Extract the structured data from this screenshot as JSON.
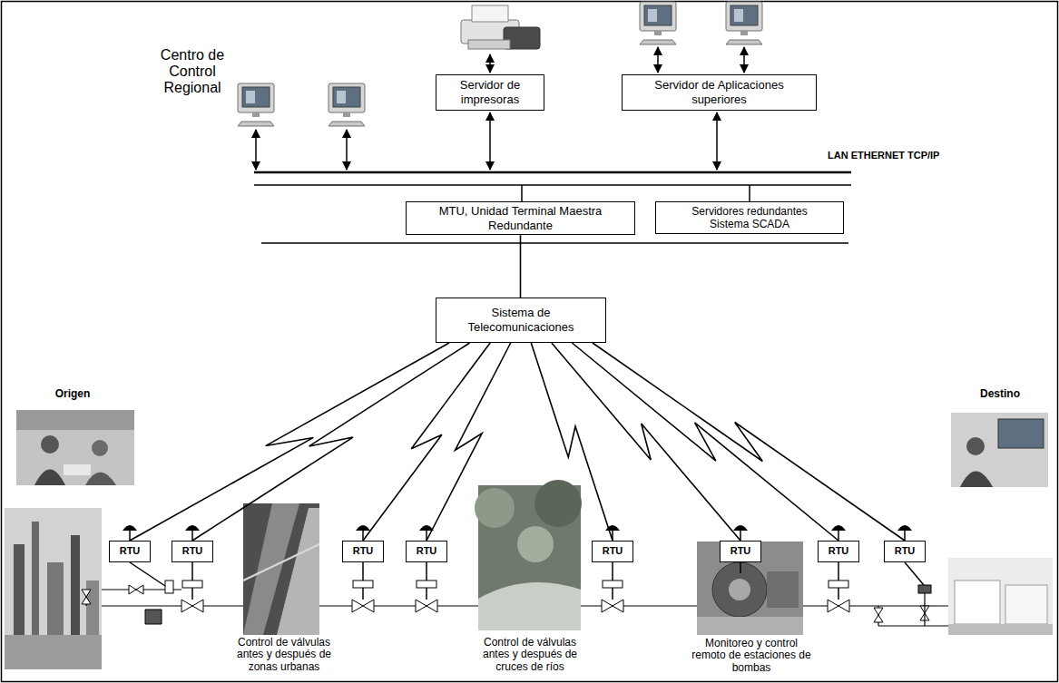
{
  "diagram": {
    "nodes": [
      {
        "text": [
          "Servidor de impresoras"
        ]
      },
      {
        "text": [
          "Servidor de Aplicaciones superiores"
        ]
      },
      {
        "text": [
          "MTU, Unidad Terminal Maestra Redundante"
        ]
      },
      {
        "text": [
          "Servidores redundantes Sistema SCADA"
        ]
      },
      {
        "text": [
          "Sistema de Telecomunicaciones"
        ]
      },
      {
        "text": [
          "RTU"
        ]
      },
      {
        "text": [
          "RTU"
        ]
      },
      {
        "text": [
          "RTU"
        ]
      },
      {
        "text": [
          "RTU"
        ]
      },
      {
        "text": [
          "RTU"
        ]
      },
      {
        "text": [
          "RTU"
        ]
      },
      {
        "text": [
          "RTU"
        ]
      },
      {
        "text": [
          "RTU"
        ]
      }
    ],
    "edges": [
      {
        "from": 2,
        "to": 4,
        "arrow": "none"
      },
      {
        "from": 4,
        "to": 5,
        "arrow": "none"
      },
      {
        "from": 4,
        "to": 6,
        "arrow": "none"
      },
      {
        "from": 4,
        "to": 7,
        "arrow": "none"
      },
      {
        "from": 4,
        "to": 8,
        "arrow": "none"
      },
      {
        "from": 4,
        "to": 9,
        "arrow": "none"
      },
      {
        "from": 4,
        "to": 10,
        "arrow": "none"
      },
      {
        "from": 4,
        "to": 11,
        "arrow": "none"
      },
      {
        "from": 4,
        "to": 12,
        "arrow": "none"
      }
    ],
    "labels": [
      "Centro de Control Regional",
      "LAN ETHERNET TCP/IP",
      "Origen",
      "Destino",
      "Control de válvulas antes y después de zonas urbanas",
      "Control de válvulas antes y después de cruces de ríos",
      "Monitoreo y control remoto de estaciones de bombas"
    ]
  }
}
